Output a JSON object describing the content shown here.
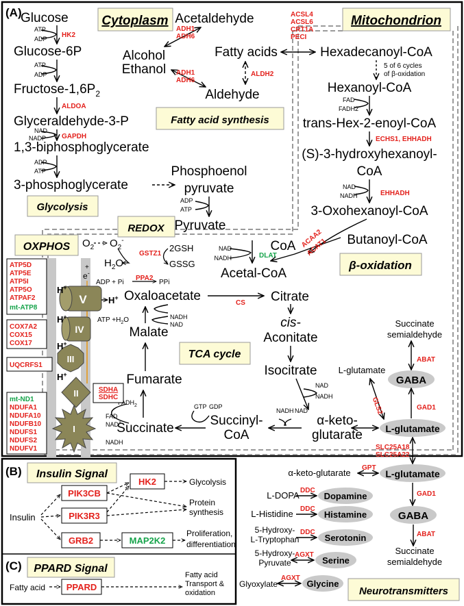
{
  "panel_a": {
    "letter": "(A)",
    "regions": {
      "cytoplasm": "Cytoplasm",
      "mitochondrion": "Mitochondrion",
      "fatty_acid_synthesis": "Fatty acid synthesis",
      "glycolysis": "Glycolysis",
      "redox": "REDOX",
      "oxphos": "OXPHOS",
      "beta_oxidation": "β-oxidation",
      "tca_cycle": "TCA cycle",
      "neurotransmitters": "Neurotransmitters"
    },
    "glycolysis": {
      "glucose": "Glucose",
      "g6p": "Glucose-6P",
      "f16p": "Fructose-1,6P",
      "f16p_sub": "2",
      "gap": "Glyceraldehyde-3-P",
      "bpg": "1,3-biphosphoglycerate",
      "pg3": "3-phosphoglycerate",
      "pep1": "Phosphoenol",
      "pep2": "pyruvate",
      "pyruvate": "Pyruvate",
      "atp": "ATP",
      "adp": "ADP",
      "nad": "NAD",
      "nadp": "NADP",
      "hk2": "HK2",
      "aldoa": "ALDOA",
      "gapdh": "GAPDH"
    },
    "fas": {
      "acetaldehyde": "Acetaldehyde",
      "alcohol": "Alcohol",
      "ethanol": "Ethanol",
      "fatty_acids": "Fatty acids",
      "aldehyde": "Aldehyde",
      "adh1": "ADH1",
      "adh6": "ADH6",
      "aldh2": "ALDH2"
    },
    "beta": {
      "hexadecanoyl": "Hexadecanoyl-CoA",
      "cycles_note": "5 of 6 cycles",
      "cycles_note2": "of β-oxidation",
      "hexanoyl": "Hexanoyl-CoA",
      "trans_hex": "trans-Hex-2-enoyl-CoA",
      "s3h": "(S)-3-hydroxyhexanoyl-",
      "s3h_coa": "CoA",
      "oxohex": "3-Oxohexanoyl-CoA",
      "butanoyl": "Butanoyl-CoA",
      "coa": "CoA",
      "fad": "FAD",
      "fadh2": "FADH2",
      "nad": "NAD",
      "nadh": "NADH",
      "enz_acsl": [
        "ACSL4",
        "ACSL6",
        "CRT1A",
        "PECI"
      ],
      "echs1": "ECHS1, EHHADH",
      "ehhadh": "EHHADH",
      "acaa2": "ACAA2",
      "acat1": "ACAT1"
    },
    "redox": {
      "o2": "O",
      "o2_sub": "2",
      "o2m": "O",
      "o2m_sub": "2",
      "o2m_sup": "-",
      "h2o": "H",
      "h2o_sub": "2",
      "h2o_o": "O",
      "gsh": "2GSH",
      "gssg": "GSSG",
      "gstz1": "GSTZ1"
    },
    "tca": {
      "acetal_coa": "Acetal-CoA",
      "citrate": "Citrate",
      "cis": "cis-",
      "aconitate": "Aconitate",
      "isocitrate": "Isocitrate",
      "akg1": "α-keto-",
      "akg2": "glutarate",
      "succinyl1": "Succinyl-",
      "succinyl2": "CoA",
      "succinate": "Succinate",
      "fumarate": "Fumarate",
      "malate": "Malate",
      "oxaloacetate": "Oxaloacetate",
      "nad": "NAD",
      "nadh": "NADH",
      "gtp": "GTP",
      "gdp": "GDP",
      "fadh2": "FADH",
      "fadh2_sub": "2",
      "fad": "FAD",
      "nadp": "NAD",
      "nadp_sup": "+",
      "dlat": "DLAT",
      "cs": "CS"
    },
    "oxphos": {
      "complex_v": "V",
      "complex_iv": "IV",
      "complex_iii": "III",
      "complex_ii": "II",
      "complex_i": "I",
      "h_plus": "H",
      "h_sup": "+",
      "e_minus": "e",
      "e_sup": "-",
      "adp_pi": "ADP + Pi",
      "atp_h2o": "ATP +H",
      "atp_h2o_sub": "2",
      "atp_h2o_o": "O",
      "ppa2": "PPA2",
      "ppi": "PPi",
      "box_v": [
        "ATP5D",
        "ATP5E",
        "ATP5I",
        "ATP5O",
        "ATPAF2"
      ],
      "box_v_green": "mt-ATP8",
      "box_iv": [
        "COX7A2",
        "COX15",
        "COX17"
      ],
      "box_iii": "UQCRFS1",
      "box_ii": [
        "SDHA",
        "SDHC"
      ],
      "box_i_green": "mt-ND1",
      "box_i": [
        "NDUFA1",
        "NDUFA10",
        "NDUFB10",
        "NDUFS1",
        "NDUFS2",
        "NDUFV1"
      ]
    },
    "neuro": {
      "succ_semi1": "Succinate",
      "succ_semi2": "semialdehyde",
      "abat": "ABAT",
      "gaba": "GABA",
      "gad1": "GAD1",
      "l_glutamate": "L-glutamate",
      "gls2": "GLS2",
      "slc1": "SLC25A18",
      "slc2": "SLC25A22",
      "akg_left": "α-keto-glutarate",
      "gpt": "GPT",
      "ldopa": "L-DOPA",
      "dopamine": "Dopamine",
      "lhis": "L-Histidine",
      "histamine": "Histamine",
      "htp1": "5-Hydroxy-",
      "htp2": "L-Tryptophan",
      "serotonin": "Serotonin",
      "hp1": "5-Hydroxy-",
      "hp2": "Pyruvate",
      "serine": "Serine",
      "glyoxylate": "Glyoxylate",
      "glycine": "Glycine",
      "ddc": "DDC",
      "agxt": "AGXT"
    }
  },
  "panel_b": {
    "letter": "(B)",
    "title": "Insulin Signal",
    "insulin": "Insulin",
    "pik3cb": "PIK3CB",
    "pik3r3": "PIK3R3",
    "grb2": "GRB2",
    "hk2": "HK2",
    "map2k2": "MAP2K2",
    "glycolysis": "Glycolysis",
    "protein1": "Protein",
    "protein2": "synthesis",
    "prolif1": "Proliferation,",
    "prolif2": "differentiation"
  },
  "panel_c": {
    "letter": "(C)",
    "title": "PPARD Signal",
    "fatty_acid": "Fatty acid",
    "ppard": "PPARD",
    "out1": "Fatty acid",
    "out2": "Transport &",
    "out3": "oxidation"
  },
  "colors": {
    "enzyme": "#e3211c",
    "green_enzyme": "#16a34a",
    "label_bg": "#fdfbd6",
    "dash_border": "#9a9a9a",
    "complex": "#8b8658",
    "ellipse": "#c9c9c9"
  }
}
